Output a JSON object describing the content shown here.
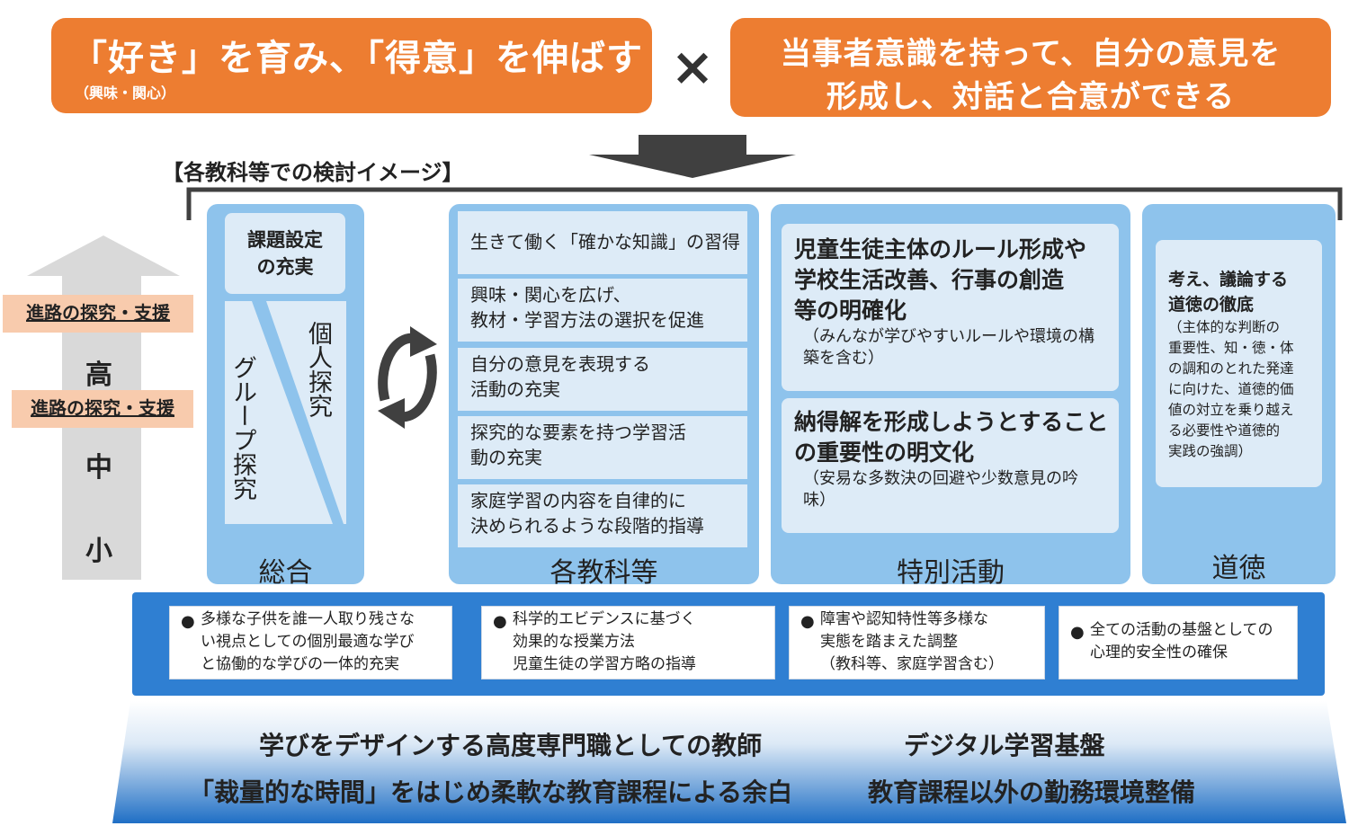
{
  "banner_left": {
    "title": "「好き」を育み、「得意」を伸ばす",
    "subtitle": "（興味・関心）"
  },
  "times_symbol": "×",
  "banner_right": {
    "line1": "当事者意識を持って、自分の意見を",
    "line2": "形成し、対話と合意ができる"
  },
  "section_caption": "【各教科等での検討イメージ】",
  "left_axis": {
    "label_top": "進路の探究・支援",
    "label_mid": "進路の探究・支援",
    "chars": [
      "高",
      "中",
      "小"
    ]
  },
  "sougou": {
    "box_title": "課題設定\nの充実",
    "individual": "個人探究",
    "group": "グループ探究",
    "name": "総合"
  },
  "kakukyouka": {
    "items": [
      "生きて働く「確かな知識」の習得",
      "興味・関心を広げ、\n教材・学習方法の選択を促進",
      "自分の意見を表現する\n活動の充実",
      "探究的な要素を持つ学習活\n動の充実",
      "家庭学習の内容を自律的に\n決められるような段階的指導"
    ],
    "name": "各教科等"
  },
  "tokubetsu": {
    "box1_main": "児童生徒主体のルール形成や\n学校生活改善、行事の創造\n等の明確化",
    "box1_note": "（みんなが学びやすいルールや環境の構\n築を含む）",
    "box2_main": "納得解を形成しようとすること\nの重要性の明文化",
    "box2_note": "（安易な多数決の回避や少数意見の吟\n味）",
    "name": "特別活動"
  },
  "doutoku": {
    "main": "考え、議論する\n道徳の徹底",
    "note": "（主体的な判断の\n重要性、知・徳・体\nの調和のとれた発達\nに向けた、道徳的価\n値の対立を乗り越え\nる必要性や道徳的\n実践の強調）",
    "name": "道徳"
  },
  "foundation_boxes": [
    "多様な子供を誰一人取り残さな\nい視点としての個別最適な学び\nと協働的な学びの一体的充実",
    "科学的エビデンスに基づく\n効果的な授業方法\n児童生徒の学習方略の指導",
    "障害や認知特性等多様な\n実態を踏まえた調整\n（教科等、家庭学習含む）",
    "全ての活動の基盤としての\n心理的安全性の確保"
  ],
  "bullet": "●",
  "footer": {
    "left1": "学びをデザインする高度専門職としての教師",
    "right1": "デジタル学習基盤",
    "left2": "「裁量的な時間」をはじめ柔軟な教育課程による余白",
    "right2": "教育課程以外の勤務環境整備"
  },
  "colors": {
    "orange": "#ED7D31",
    "light_blue": "#8EC3EC",
    "pale_blue": "#DDEBF7",
    "band_blue": "#2F7FD2",
    "salmon": "#F8CBAD"
  }
}
